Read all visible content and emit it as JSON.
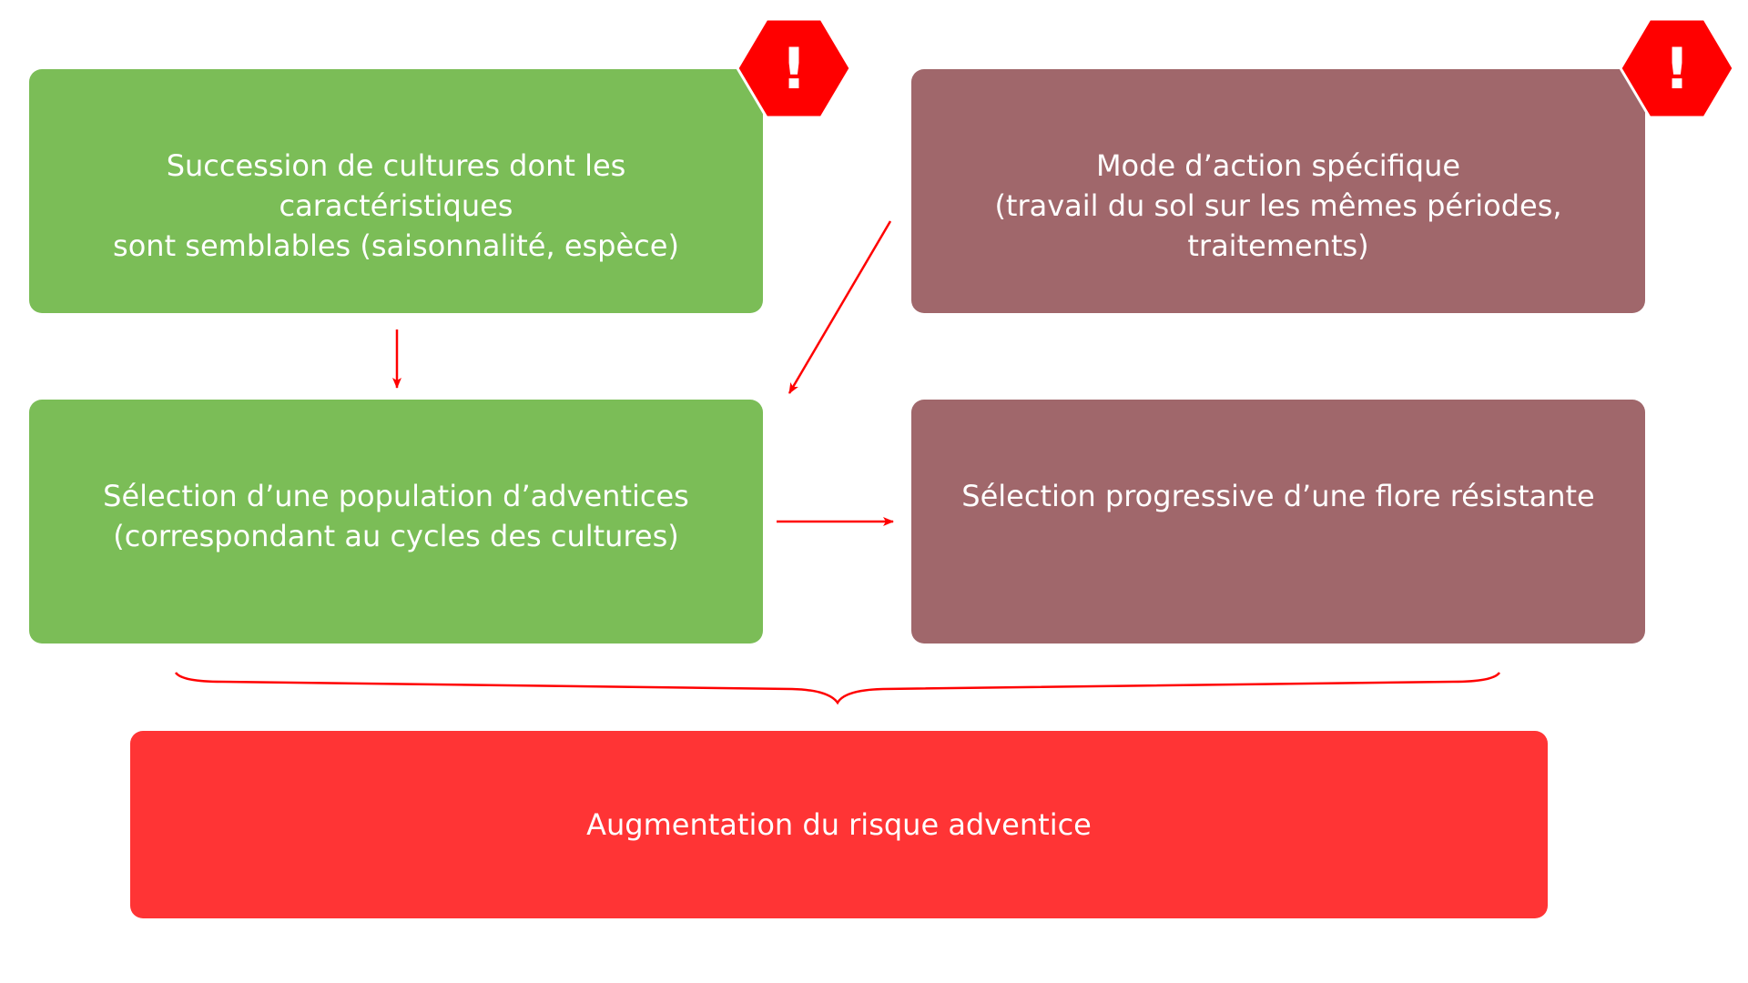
{
  "colors": {
    "green": "#7bbd57",
    "mauve": "#a0676b",
    "red_box": "#ff3435",
    "arrow": "#ff0000",
    "alert": "#ff0000"
  },
  "boxes": [
    {
      "id": "box-1",
      "color": "#7bbd57",
      "lines": [
        "Succession de cultures dont les caractéristiques",
        "sont semblables (saisonnalité, espèce)"
      ]
    },
    {
      "id": "box-2",
      "color": "#a0676b",
      "lines": [
        "Mode d’action spécifique",
        "(travail du sol sur les mêmes périodes, traitements)"
      ]
    },
    {
      "id": "box-3",
      "color": "#7bbd57",
      "lines": [
        "Sélection d’une population d’adventices",
        "(correspondant au cycles des cultures)"
      ]
    },
    {
      "id": "box-4",
      "color": "#a0676b",
      "lines": [
        "Sélection progressive d’une flore résistante"
      ]
    },
    {
      "id": "box-5",
      "color": "#ff3435",
      "lines": [
        "Augmentation du risque adventice"
      ]
    }
  ],
  "alert_symbol": "!",
  "icons": [
    "warning-octagon-icon",
    "warning-octagon-icon"
  ]
}
